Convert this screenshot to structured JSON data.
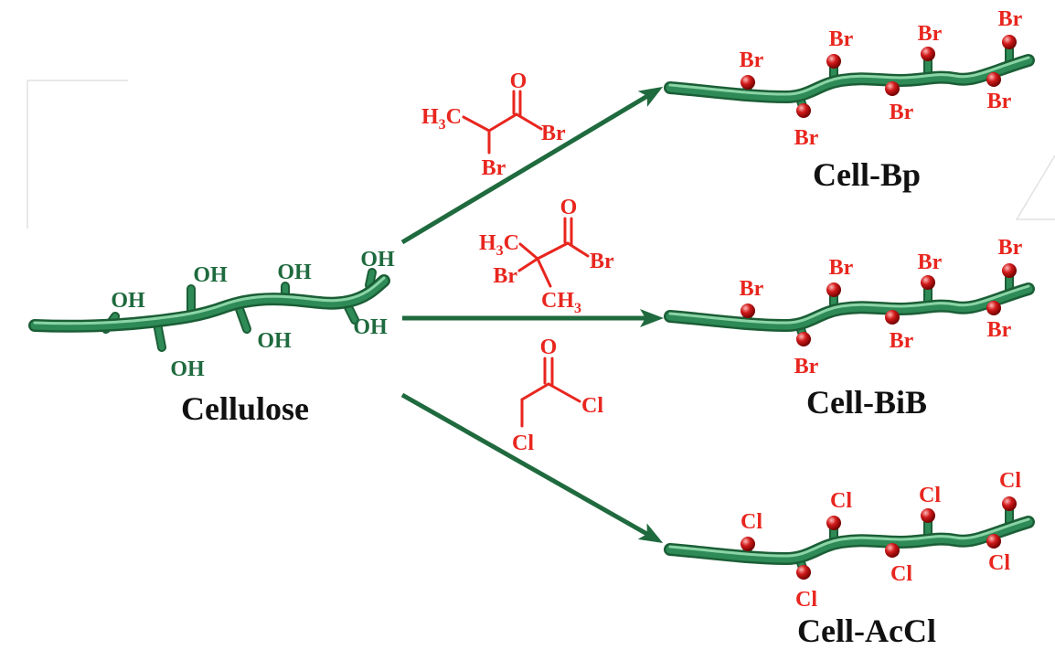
{
  "diagram": {
    "cellulose": {
      "label": "Cellulose",
      "hydroxyls": [
        "OH",
        "OH",
        "OH",
        "OH",
        "OH",
        "OH",
        "OH"
      ]
    },
    "reagents": [
      {
        "carbonyl_oxygen": "O",
        "methyl": [
          "H",
          "3",
          "C"
        ],
        "acyl_halogen": "Br",
        "alpha_halogen": "Br"
      },
      {
        "carbonyl_oxygen": "O",
        "methyl": [
          "H",
          "3",
          "C"
        ],
        "acyl_halogen": "Br",
        "alpha_halogen": "Br",
        "second_methyl": [
          "CH",
          "3"
        ]
      },
      {
        "carbonyl_oxygen": "O",
        "acyl_halogen": "Cl",
        "alpha_halogen": "Cl"
      }
    ],
    "products": [
      {
        "label": "Cell-Bp",
        "halogens": [
          "Br",
          "Br",
          "Br",
          "Br",
          "Br",
          "Br",
          "Br"
        ]
      },
      {
        "label": "Cell-BiB",
        "halogens": [
          "Br",
          "Br",
          "Br",
          "Br",
          "Br",
          "Br",
          "Br"
        ]
      },
      {
        "label": "Cell-AcCl",
        "halogens": [
          "Cl",
          "Cl",
          "Cl",
          "Cl",
          "Cl",
          "Cl",
          "Cl"
        ]
      }
    ]
  },
  "colors": {
    "chain": "#2e8b57",
    "chain_dark": "#1b5e36",
    "chain_light": "#9be0b4",
    "arrow": "#1f6a3e",
    "hydroxyl_text": "#1f6a3e",
    "reagent": "#e8261e",
    "halogen_ball": "#d11a1a",
    "label_text": "#111111"
  }
}
